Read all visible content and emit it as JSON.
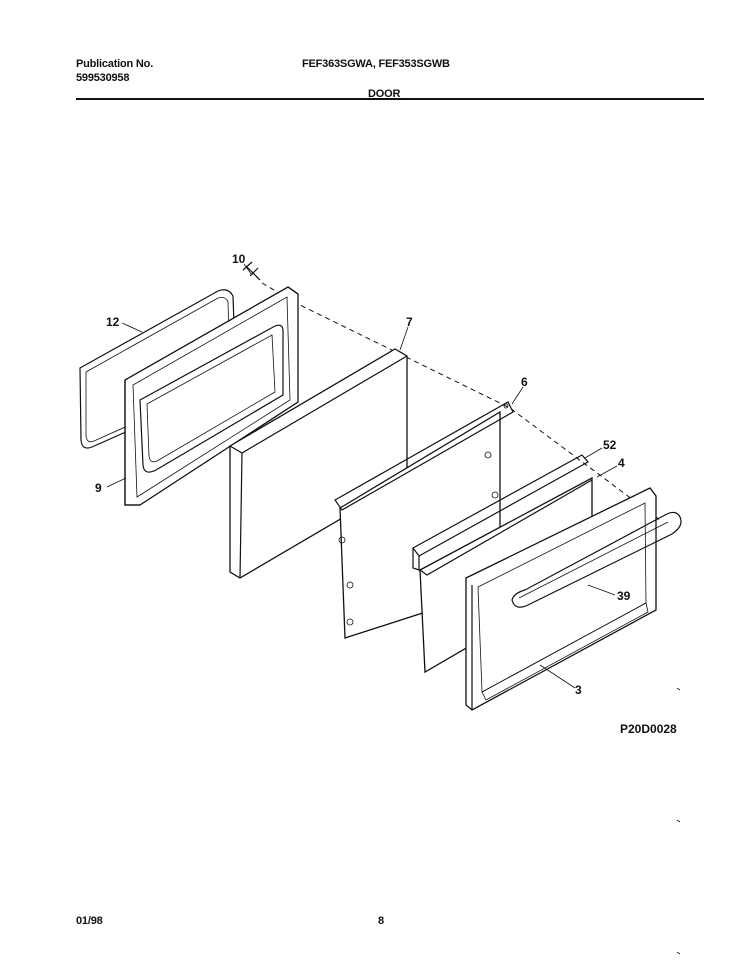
{
  "header": {
    "publication_label": "Publication No.",
    "publication_number": "599530958",
    "models": "FEF363SGWA, FEF353SGWB",
    "section_title": "DOOR"
  },
  "diagram": {
    "callouts": [
      "10",
      "12",
      "7",
      "6",
      "52",
      "4",
      "9",
      "39",
      "3"
    ],
    "drawing_id": "P20D0028"
  },
  "footer": {
    "date": "01/98",
    "page_number": "8"
  }
}
